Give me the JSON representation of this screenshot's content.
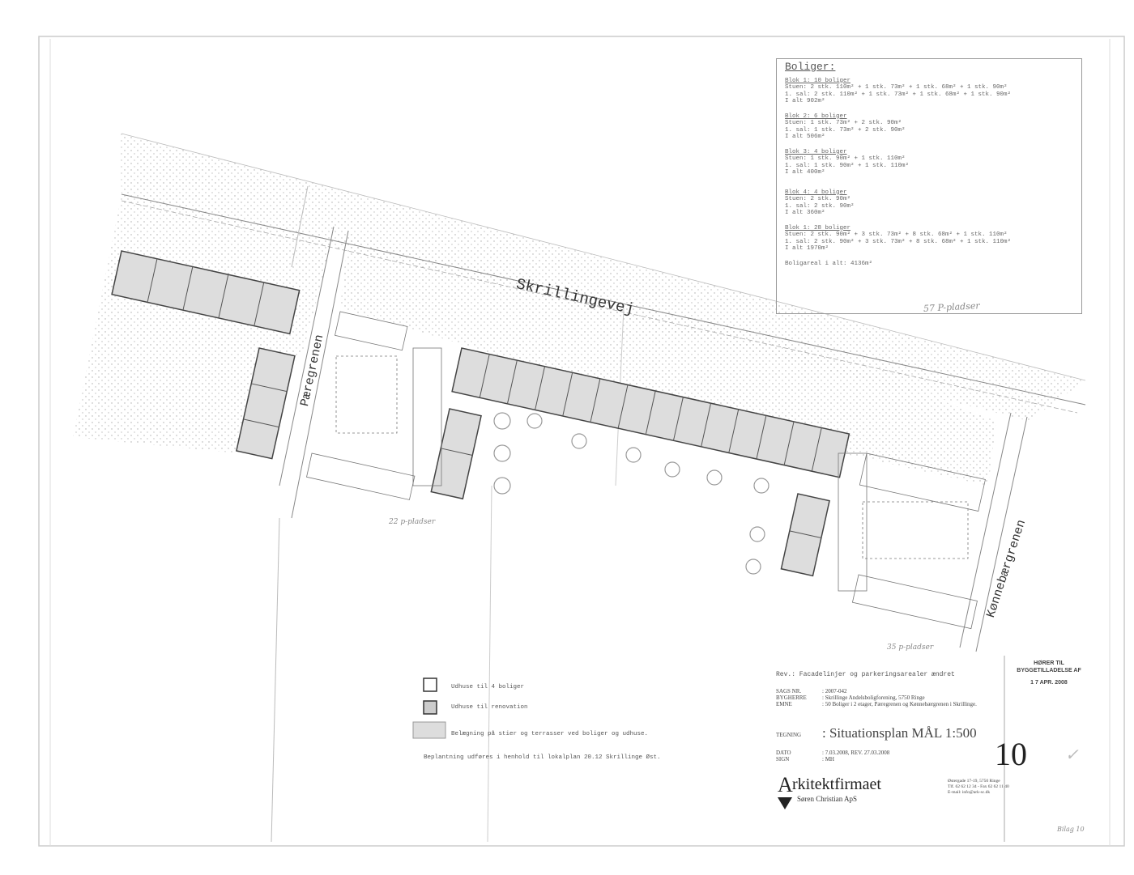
{
  "housing_box": {
    "title": "Boliger:",
    "blocks": [
      {
        "heading": "Blok 1: 10 boliger",
        "lines": [
          "Stuen: 2 stk. 110m² + 1 stk. 73m² + 1 stk. 68m² + 1 stk. 90m²",
          "1. sal: 2 stk. 110m² + 1 stk. 73m² + 1 stk. 68m² + 1 stk. 90m²",
          "I alt 902m²"
        ]
      },
      {
        "heading": "Blok 2: 6 boliger",
        "lines": [
          "Stuen: 1 stk. 73m² + 2 stk. 90m²",
          "1. sal: 1 stk. 73m² + 2 stk. 90m²",
          "I alt 506m²"
        ]
      },
      {
        "heading": "Blok 3: 4 boliger",
        "lines": [
          "Stuen: 1 stk. 90m² + 1 stk. 110m²",
          "1. sal: 1 stk. 90m² + 1 stk. 110m²",
          "I alt 400m²"
        ]
      },
      {
        "heading": "Blok 4: 4 boliger",
        "lines": [
          "Stuen: 2 stk. 90m²",
          "1. sal: 2 stk. 90m²",
          "I alt 360m²"
        ]
      },
      {
        "heading": "Blok 1: 28 boliger",
        "lines": [
          "Stuen: 2 stk. 90m² + 3 stk. 73m² + 8 stk. 68m² + 1 stk. 110m²",
          "1. sal: 2 stk. 90m² + 3 stk. 73m² + 8 stk. 68m² + 1 stk. 110m²",
          "I alt 1970m²"
        ]
      }
    ],
    "total": "Boligareal i alt: 4136m²",
    "handwritten_note": "57 P-pladser"
  },
  "streets": {
    "main": "Skrillingevej",
    "west": "Pæregrenen",
    "east": "Kønnebærgrenen"
  },
  "handwritten": {
    "parking_1": "22 p-pladser",
    "parking_2": "35 p-pladser",
    "page_ref": "Bilag 10"
  },
  "legend": [
    "Udhuse til 4 boliger",
    "Udhuse til renovation",
    "Belægning på stier og terrasser ved boliger og udhuse."
  ],
  "planting_note": "Beplantning udføres i henhold til lokalplan 20.12 Skrillinge Øst.",
  "title_block": {
    "revision": "Rev.: Facadelinjer og parkeringsarealer ændret",
    "case_label": "SAGS NR.",
    "case_value": ": 2007-042",
    "client_label": "BYGHERRE",
    "client_value": ": Skrillinge Andelsboligforening, 5750 Ringe",
    "subject_label": "EMNE",
    "subject_value": ": 50 Boliger i 2 etager, Pæregrenen og Kønnebærgrenen i Skrillinge.",
    "drawing_label": "TEGNING",
    "drawing_value": ": Situationsplan  MÅL 1:500",
    "date_label": "DATO",
    "date_value": ": 7.03.2008, REV. 27.03.2008",
    "sign_label": "SIGN",
    "sign_value": ": MH",
    "sheet_number": "10",
    "check_mark": "✓",
    "firm_name": "rkitektfirmaet",
    "firm_initial": "A",
    "firm_sub": "Søren Christian ApS",
    "firm_address": "Østergade 17-19, 5750 Ringe",
    "firm_phone": "Tlf. 62 62 12 34 - Fax 62 62 11 40",
    "firm_email": "E-mail: info@ark-sc.dk"
  },
  "stamp": {
    "line1": "HØRER TIL",
    "line2": "BYGGETILLADELSE AF",
    "date": "1 7 APR. 2008"
  }
}
